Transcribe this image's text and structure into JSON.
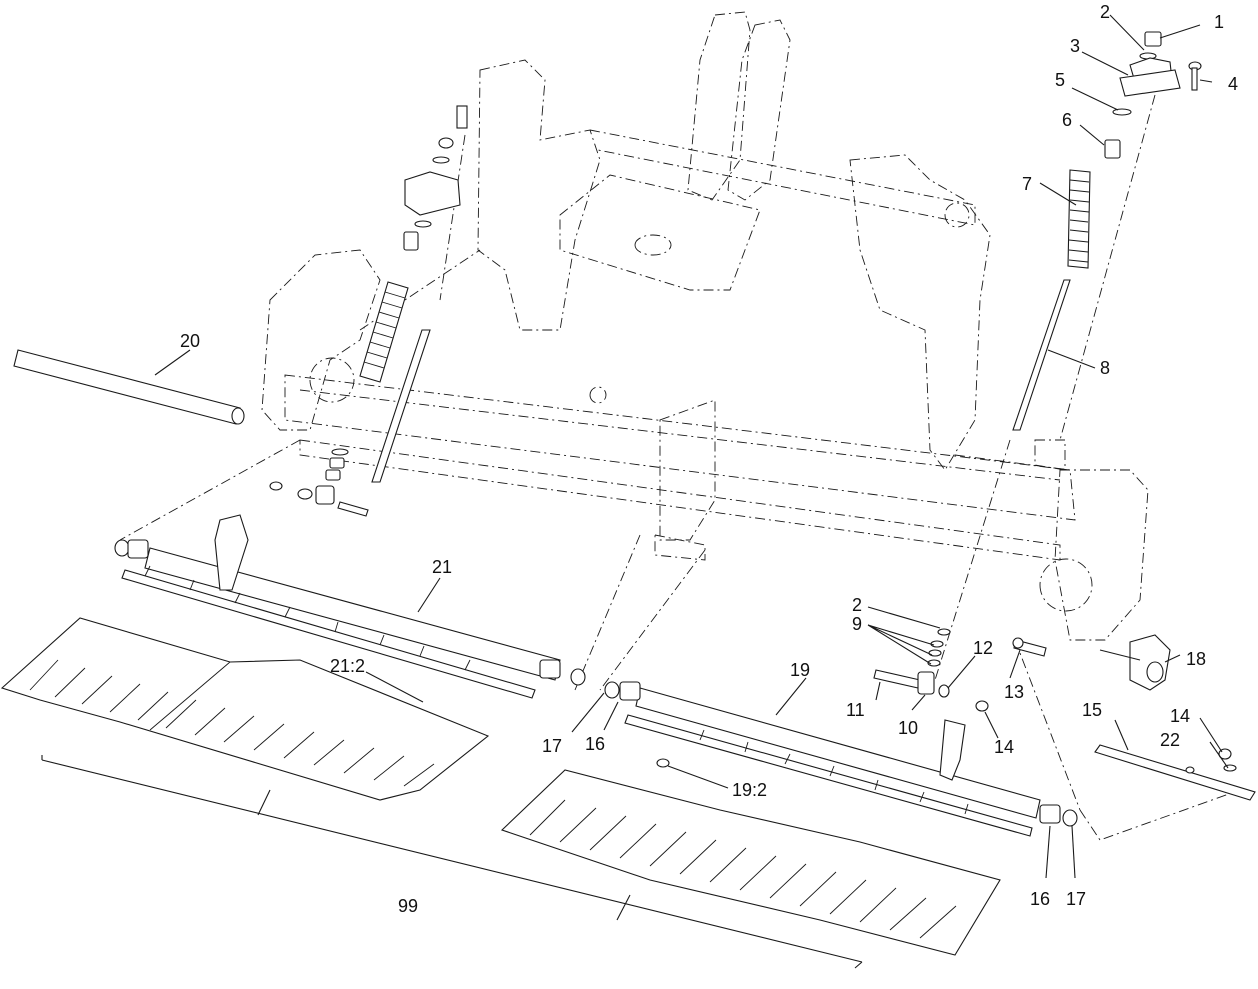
{
  "callouts": {
    "c1": "1",
    "c2_top": "2",
    "c3": "3",
    "c4": "4",
    "c5": "5",
    "c6": "6",
    "c7": "7",
    "c8": "8",
    "c20": "20",
    "c21": "21",
    "c21_2": "21:2",
    "c2_mid": "2",
    "c9": "9",
    "c12": "12",
    "c19": "19",
    "c18": "18",
    "c11": "11",
    "c10": "10",
    "c13": "13",
    "c14_mid": "14",
    "c15": "15",
    "c14_right": "14",
    "c22": "22",
    "c17_left": "17",
    "c16_left": "16",
    "c19_2": "19:2",
    "c16_right": "16",
    "c17_right": "17",
    "c99": "99"
  }
}
